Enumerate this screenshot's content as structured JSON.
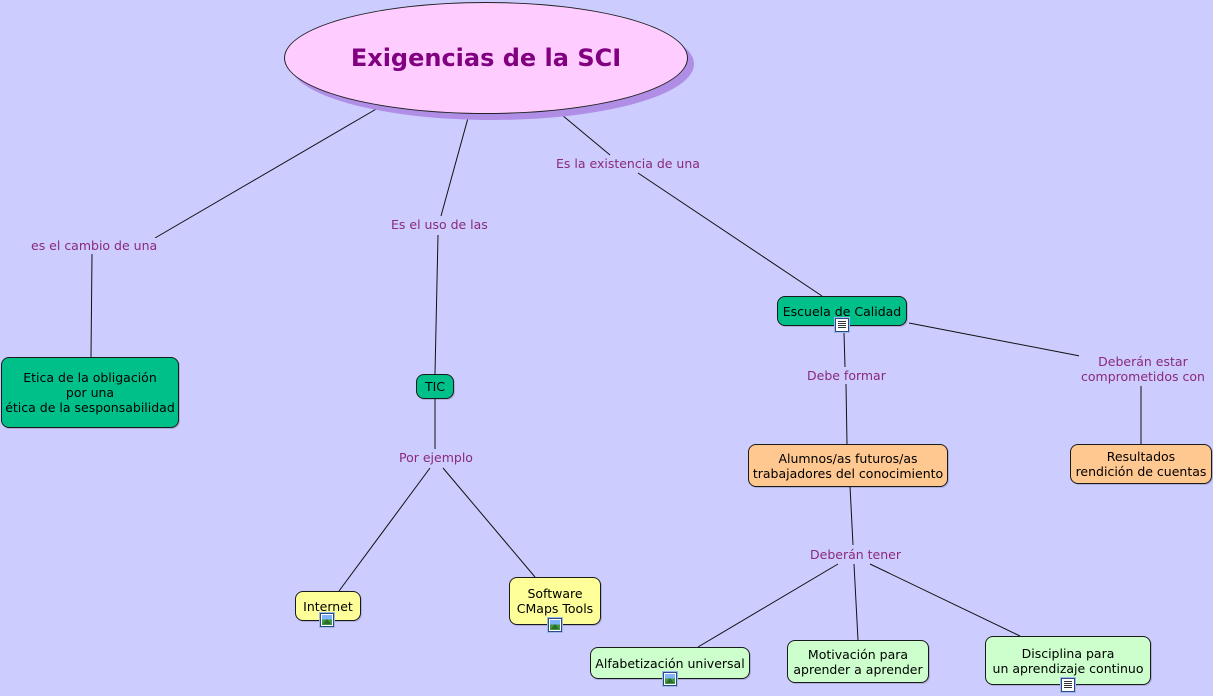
{
  "title": "Exigencias de la SCI",
  "link_labels": {
    "cambio": "es el cambio de una",
    "uso": "Es el uso de las",
    "existencia": "Es la existencia de una",
    "ejemplo": "Por ejemplo",
    "formar": "Debe formar",
    "comprometidos": "Deberán estar\ncomprometidos con",
    "tener": "Deberán tener"
  },
  "nodes": {
    "etica": "Etica de la obligación\npor una\nética de la sesponsabilidad",
    "tic": "TIC",
    "escuela": "Escuela de Calidad",
    "alumnos": "Alumnos/as futuros/as\ntrabajadores del conocimiento",
    "resultados": "Resultados\nrendición de cuentas",
    "internet": "Internet",
    "software": "Software\nCMaps Tools",
    "alfabetizacion": "Alfabetización universal",
    "motivacion": "Motivación para\naprender a aprender",
    "disciplina": "Disciplina para\nun aprendizaje continuo"
  },
  "icons": {
    "escuela": "document-icon",
    "internet": "image-icon",
    "software": "image-icon",
    "alfabetizacion": "image-icon",
    "disciplina": "document-icon"
  },
  "colors": {
    "background": "#ccccff",
    "title_fill": "#ffccff",
    "title_text": "#800080",
    "link_text": "#8b2a7a",
    "green": "#00c08a",
    "orange": "#ffc891",
    "yellow": "#ffff99",
    "mint": "#ccffcc"
  }
}
